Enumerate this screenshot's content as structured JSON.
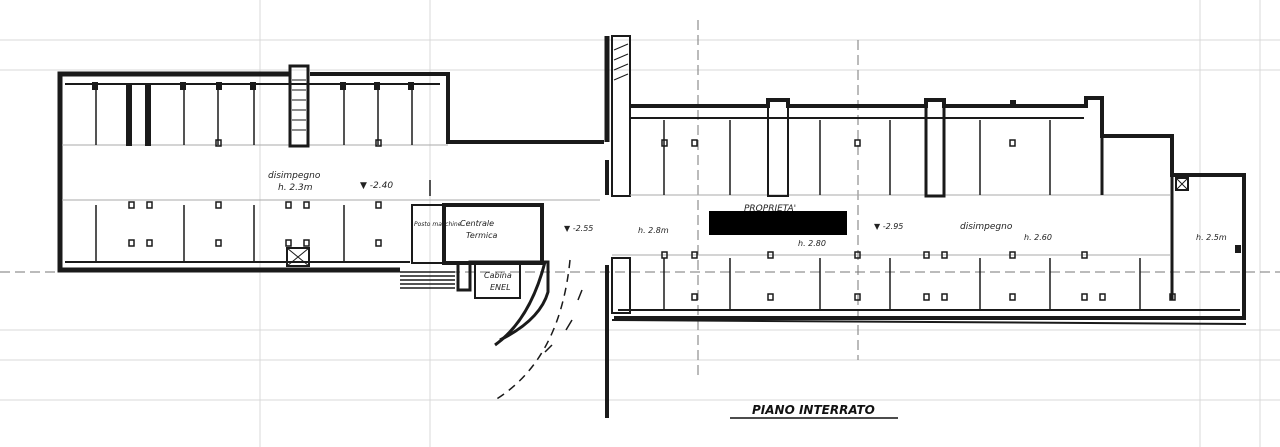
{
  "colors": {
    "ink": "#1a1a1a",
    "grid": "#d9d9d9",
    "paper": "#ffffff",
    "redaction": "#000000"
  },
  "labels": {
    "disimpegno_left": "disimpegno",
    "height_left": "h. 2.3m",
    "level_left": "▼ -2.40",
    "posto_macchine": "Posto macchine",
    "centrale_termica_1": "Centrale",
    "centrale_termica_2": "Termica",
    "cabina_enel_1": "Cabina",
    "cabina_enel_2": "ENEL",
    "level_mid": "▼ -2.55",
    "height_mid": "h. 2.8m",
    "proprieta": "PROPRIETA'",
    "height_center": "h. 2.80",
    "level_right": "▼ -2.95",
    "disimpegno_right": "disimpegno",
    "height_right": "h. 2.60",
    "height_far_right": "h. 2.5m",
    "title": "PIANO INTERRATO"
  }
}
